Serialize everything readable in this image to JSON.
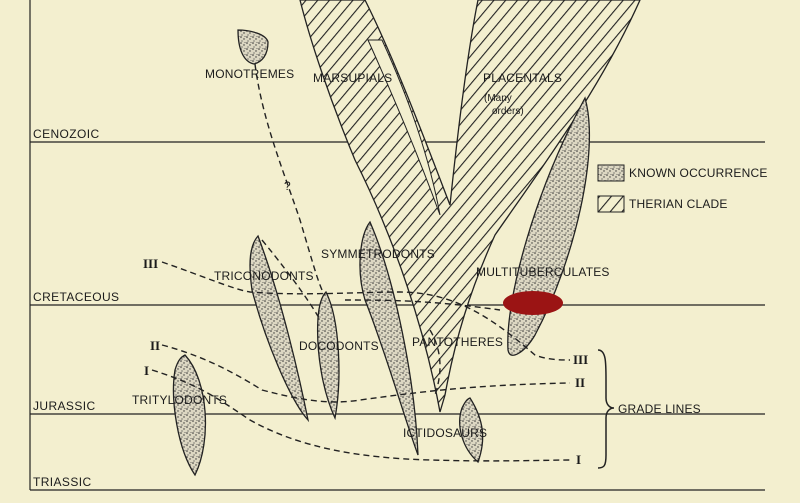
{
  "eras": {
    "cenozoic": "CENOZOIC",
    "cretaceous": "CRETACEOUS",
    "jurassic": "JURASSIC",
    "triassic": "TRIASSIC"
  },
  "taxa": {
    "monotremes": "MONOTREMES",
    "marsupials": "MARSUPIALS",
    "placentals": "PLACENTALS",
    "placentals_note_1": "(Many",
    "placentals_note_2": "orders)",
    "triconodonts": "TRICONODONTS",
    "symmetrodonts": "SYMMETRODONTS",
    "multituberculates": "MULTITUBERCULATES",
    "docodonts": "DOCODONTS",
    "pantotheres": "PANTOTHERES",
    "tritylodonts": "TRITYLODONTS",
    "ictidosaurs": "ICTIDOSAURS"
  },
  "legend": {
    "known_occurrence": "KNOWN OCCURRENCE",
    "therian_clade": "THERIAN CLADE"
  },
  "grade_lines": {
    "label": "GRADE LINES",
    "roman_1": "I",
    "roman_2": "II",
    "roman_3": "III",
    "question_mark": "?"
  },
  "colors": {
    "background": "#f3efcf",
    "ink": "#1b1b1b",
    "stipple_fill": "#d9d4c0",
    "highlight": "#9b1414"
  }
}
